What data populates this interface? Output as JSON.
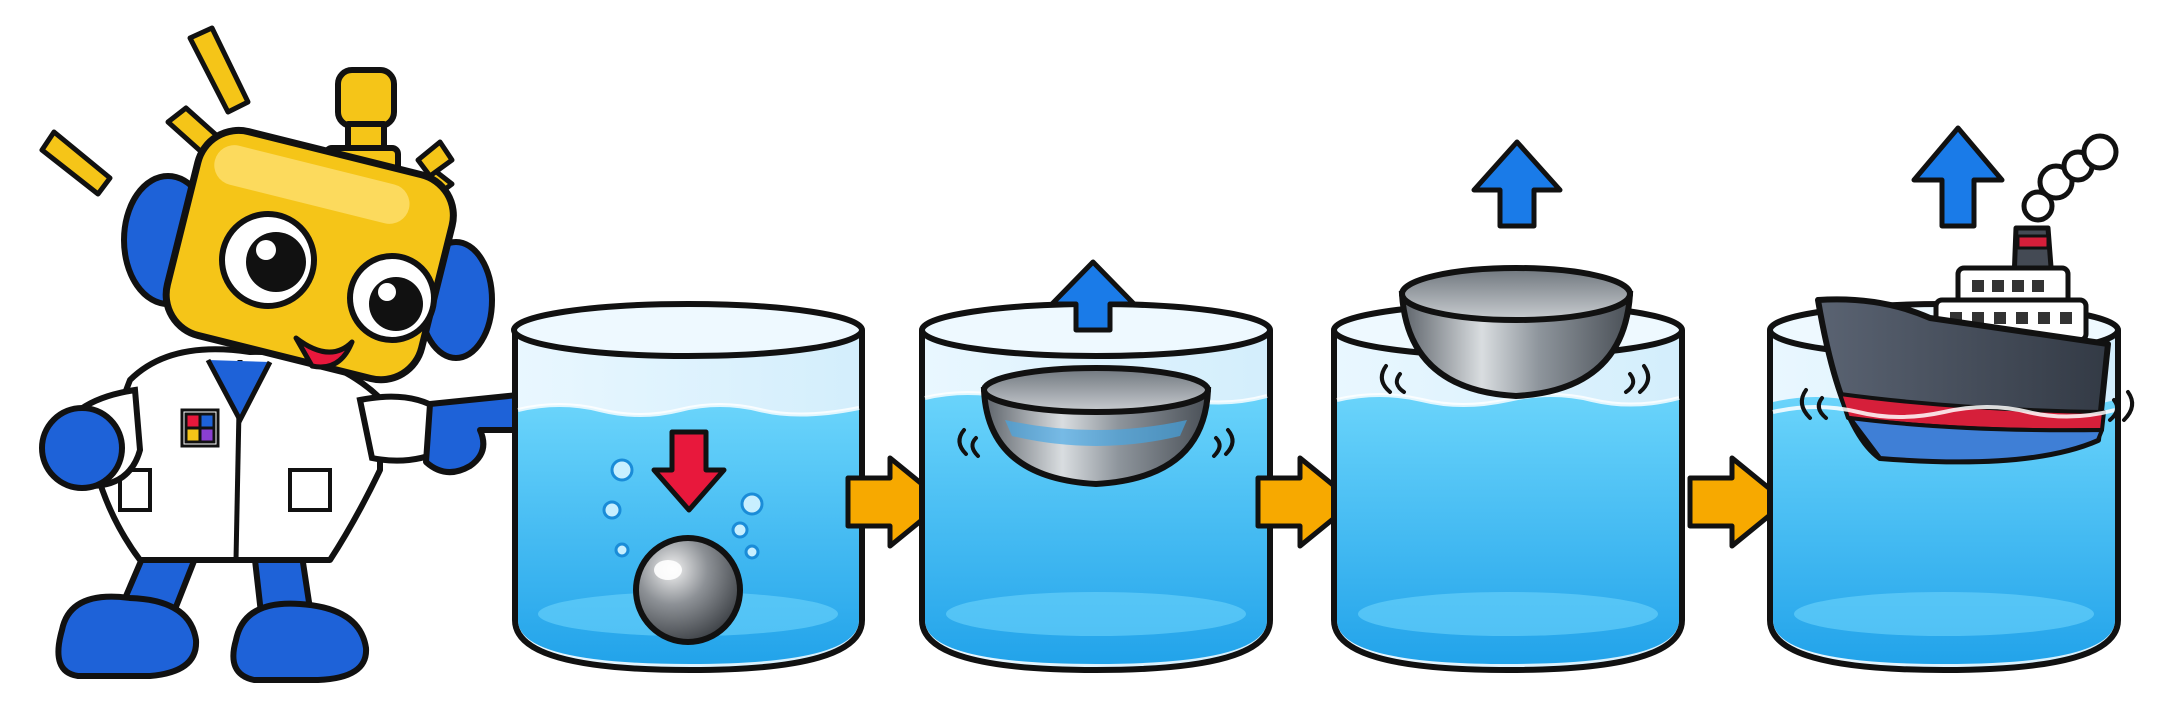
{
  "scene": {
    "steps": [
      {
        "object": "sphere",
        "motion": "sinks"
      },
      {
        "object": "bowl",
        "motion": "floats-low"
      },
      {
        "object": "bowl",
        "motion": "floats-high"
      },
      {
        "object": "ship",
        "motion": "floats"
      }
    ],
    "arrow_count": 3
  },
  "colors": {
    "water": "#4fc3f7",
    "water_deep": "#29a9ec",
    "tank_outline": "#111111",
    "flow_arrow": "#f7a900",
    "down_arrow": "#e8183c",
    "up_arrow": "#1a7be8",
    "robot_body": "#f5c518",
    "robot_blue": "#1e62d8",
    "lab_coat": "#ffffff",
    "metal": "#9aa1a8",
    "ship_hull": "#4a5361",
    "ship_stripe": "#d61f3a"
  },
  "icons": [
    "robot-mascot",
    "down-arrow-icon",
    "up-arrow-icon",
    "flow-arrow-icon",
    "steel-ball-icon",
    "metal-bowl-icon",
    "ship-icon"
  ]
}
